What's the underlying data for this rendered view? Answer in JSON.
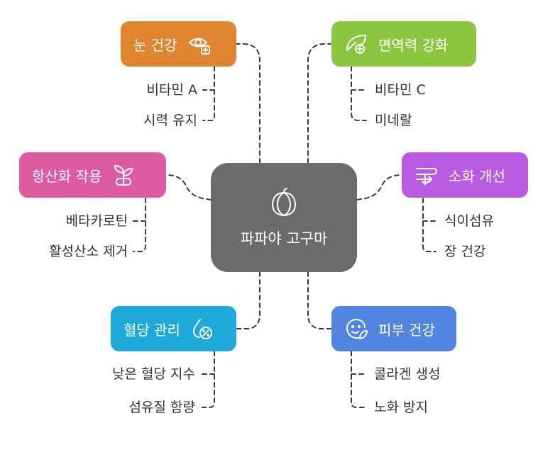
{
  "center": {
    "label": "파파야 고구마",
    "icon": "pumpkin-icon"
  },
  "branches": {
    "eye": {
      "label": "눈 건강",
      "icon": "eye-plus-icon",
      "color": "#E0852F",
      "items": [
        "비타민 A",
        "시력 유지"
      ]
    },
    "antioxidant": {
      "label": "항산화 작용",
      "icon": "sprout-icon",
      "color": "#DE5AA3",
      "items": [
        "베타카로틴",
        "활성산소 제거"
      ]
    },
    "blood_sugar": {
      "label": "혈당 관리",
      "icon": "drop-percent-icon",
      "color": "#1EA9D9",
      "items": [
        "낮은 혈당 지수",
        "섬유질 함량"
      ]
    },
    "immunity": {
      "label": "면역력 강화",
      "icon": "leaf-plus-icon",
      "color": "#8CC63F",
      "items": [
        "비타민 C",
        "미네랄"
      ]
    },
    "digestion": {
      "label": "소화 개선",
      "icon": "flow-arrows-icon",
      "color": "#B85BE0",
      "items": [
        "식이섬유",
        "장 건강"
      ]
    },
    "skin": {
      "label": "피부 건강",
      "icon": "face-leaf-icon",
      "color": "#5185E0",
      "items": [
        "콜라겐 생성",
        "노화 방지"
      ]
    }
  }
}
